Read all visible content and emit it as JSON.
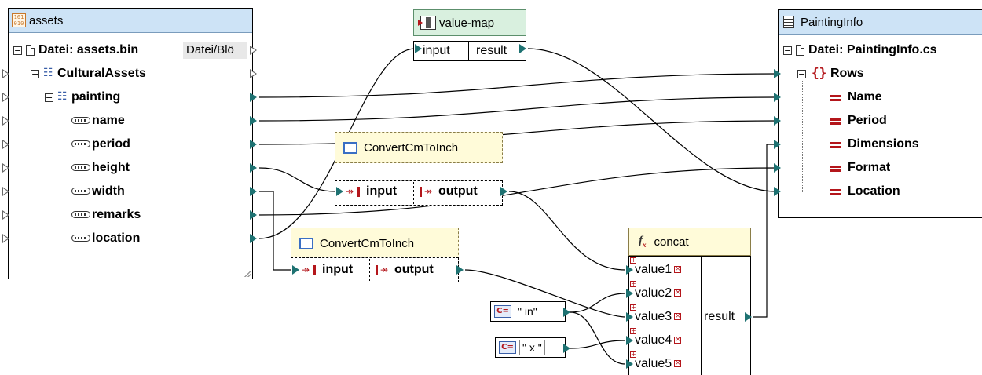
{
  "assets": {
    "title": "assets",
    "icon_text": "101\n010",
    "file_label": "Datei: assets.bin",
    "file_button": "Datei/Blö",
    "root": "CulturalAssets",
    "painting": "painting",
    "fields": [
      "name",
      "period",
      "height",
      "width",
      "remarks",
      "location"
    ]
  },
  "valuemap": {
    "title": "value-map",
    "input": "input",
    "result": "result"
  },
  "convert1": {
    "title": "ConvertCmToInch",
    "input": "input",
    "output": "output"
  },
  "convert2": {
    "title": "ConvertCmToInch",
    "input": "input",
    "output": "output"
  },
  "concat": {
    "title": "concat",
    "params": [
      "value1",
      "value2",
      "value3",
      "value4",
      "value5"
    ],
    "result": "result"
  },
  "const_in": {
    "value": "\" in\""
  },
  "const_x": {
    "value": "\" x \""
  },
  "painting_info": {
    "title": "PaintingInfo",
    "file_label": "Datei: PaintingInfo.cs",
    "rows": "Rows",
    "fields": [
      "Name",
      "Period",
      "Dimensions",
      "Format",
      "Location"
    ]
  },
  "colors": {
    "port": "#1e7272",
    "header": "#cde3f6",
    "func_header": "#fffbd9",
    "field_icon": "#b4161b"
  }
}
